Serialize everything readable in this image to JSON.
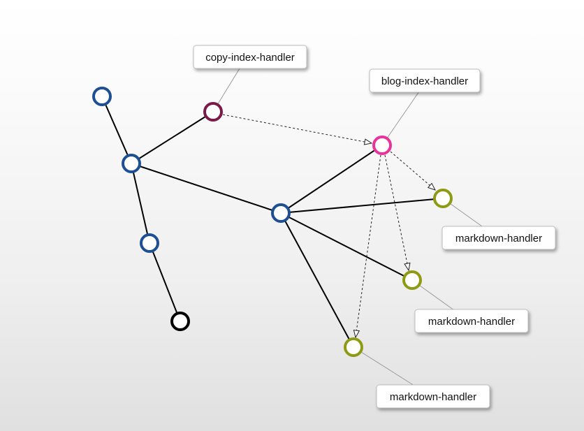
{
  "colors": {
    "default_node": "#1f4f93",
    "copy_index_node": "#7a1a4a",
    "blog_index_node": "#e8339a",
    "markdown_node": "#8f9a14",
    "terminal_node": "#000000",
    "edge": "#000000",
    "leader": "#9a9a9a"
  },
  "labels": {
    "copy_index": "copy-index-handler",
    "blog_index": "blog-index-handler",
    "markdown_1": "markdown-handler",
    "markdown_2": "markdown-handler",
    "markdown_3": "markdown-handler"
  }
}
